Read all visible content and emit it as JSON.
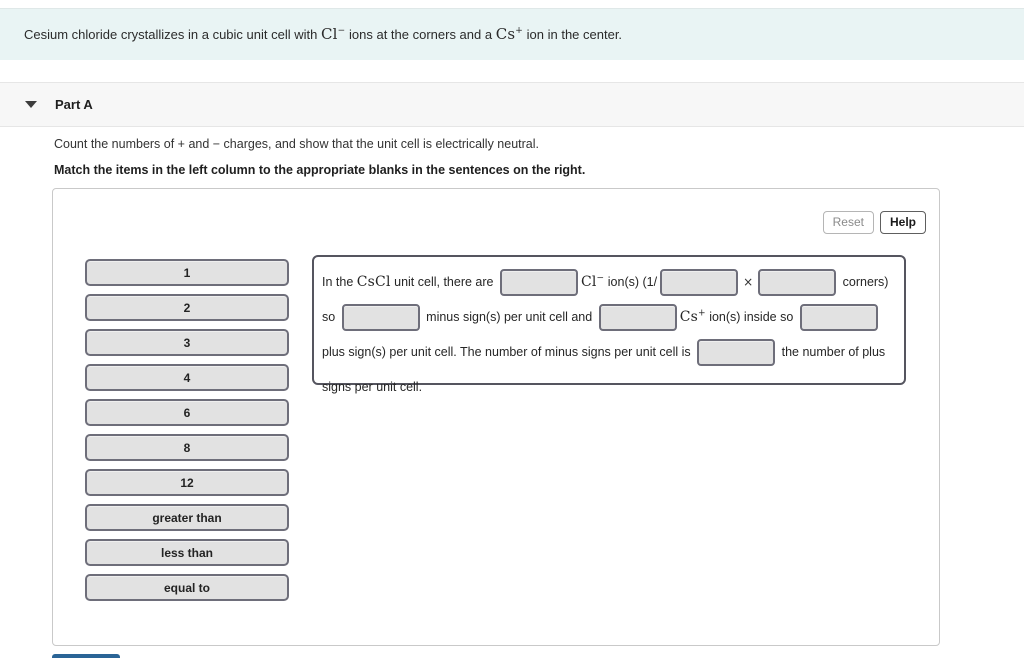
{
  "problem": {
    "text_before_cl": "Cesium chloride crystallizes in a cubic unit cell with ",
    "cl_formula": "Cl",
    "cl_charge": "−",
    "text_mid": " ions at the corners and a ",
    "cs_formula": "Cs",
    "cs_charge": "+",
    "text_after": " ion in the center."
  },
  "part": {
    "toggle_icon": "triangle-down-icon",
    "title": "Part A",
    "prompt": "Count the numbers of + and − charges, and show that the unit cell is electrically neutral.",
    "instruction": "Match the items in the left column to the appropriate blanks in the sentences on the right."
  },
  "toolbar": {
    "reset_label": "Reset",
    "help_label": "Help"
  },
  "bank": {
    "items": [
      {
        "label": "1"
      },
      {
        "label": "2"
      },
      {
        "label": "3"
      },
      {
        "label": "4"
      },
      {
        "label": "6"
      },
      {
        "label": "8"
      },
      {
        "label": "12"
      },
      {
        "label": "greater than"
      },
      {
        "label": "less than"
      },
      {
        "label": "equal to"
      }
    ]
  },
  "sentence": {
    "seg1": "In the ",
    "cscl": "CsCl",
    "seg2": " unit cell, there are ",
    "blank1": "",
    "cl_formula": "Cl",
    "cl_charge": "−",
    "seg3": " ion(s) (1/",
    "blank2": "",
    "times": "×",
    "blank3": "",
    "seg4": " corners) so ",
    "blank4": "",
    "seg5": " minus sign(s) per unit cell and ",
    "blank5": "",
    "cs_formula": "Cs",
    "cs_charge": "+",
    "seg6": " ion(s) inside so ",
    "blank6": "",
    "seg7": " plus sign(s) per unit cell. The number of minus signs per unit cell is ",
    "blank7": "",
    "seg8": " the number of plus signs per unit cell."
  },
  "colors": {
    "banner_bg": "#e9f4f4",
    "part_header_bg": "#f7f7f7",
    "tile_fill": "#e2e2e2",
    "tile_border": "#6e6e7a",
    "submit_blue": "#2a6496"
  }
}
